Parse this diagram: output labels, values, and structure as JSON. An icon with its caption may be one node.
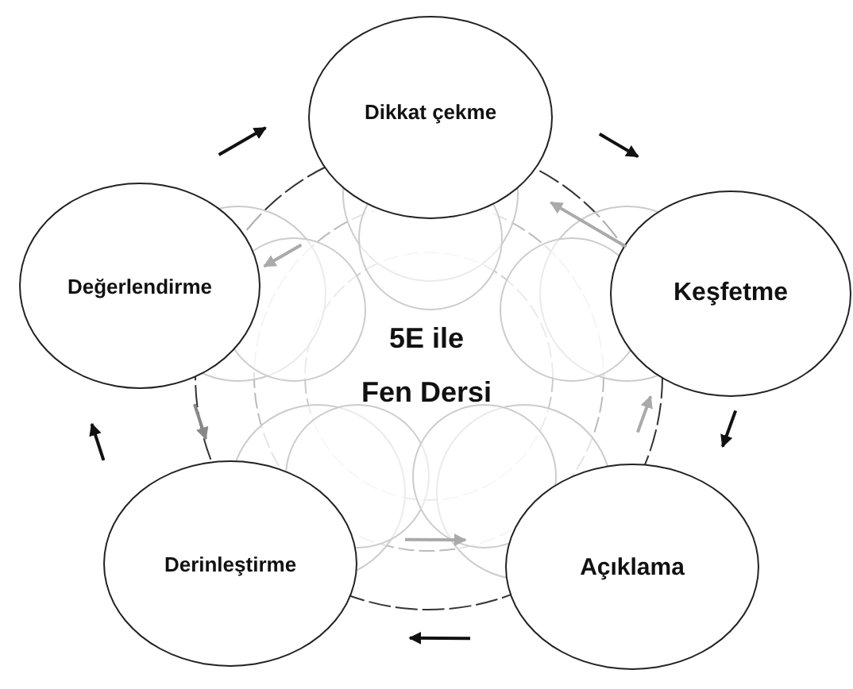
{
  "diagram": {
    "nodes": [
      {
        "text": [
          "Dikkat çekme"
        ]
      },
      {
        "text": [
          "Değerlendirme"
        ]
      },
      {
        "text": [
          "Keşfetme"
        ]
      },
      {
        "text": [
          "Derinleştirme"
        ]
      },
      {
        "text": [
          "Açıklama"
        ]
      }
    ],
    "edges": [
      {
        "from": 1,
        "to": 0,
        "arrow": "to"
      },
      {
        "from": 0,
        "to": 2,
        "arrow": "to"
      },
      {
        "from": 2,
        "to": 4,
        "arrow": "to"
      },
      {
        "from": 4,
        "to": 3,
        "arrow": "to"
      },
      {
        "from": 3,
        "to": 1,
        "arrow": "to"
      },
      {
        "from": 2,
        "to": 0,
        "arrow": "to",
        "color": "#aaaaaa"
      },
      {
        "from": 0,
        "to": 1,
        "arrow": "to",
        "color": "#aaaaaa"
      },
      {
        "from": 1,
        "to": 3,
        "arrow": "to",
        "color": "#888888"
      },
      {
        "from": 3,
        "to": 4,
        "arrow": "to",
        "color": "#aaaaaa"
      },
      {
        "from": 4,
        "to": 2,
        "arrow": "to",
        "color": "#aaaaaa"
      }
    ],
    "labels": [
      "5E ile",
      "Fen Dersi"
    ]
  }
}
